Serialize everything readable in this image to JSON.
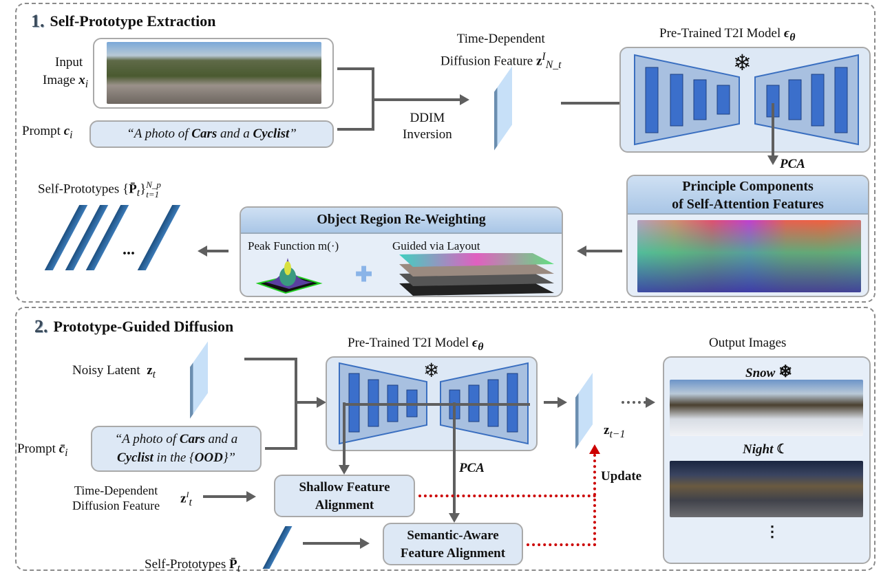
{
  "section1": {
    "number": "1.",
    "title": "Self-Prototype Extraction",
    "input_label": "Input",
    "input_label2": "Image",
    "input_var": "x",
    "input_sub": "i",
    "prompt_label": "Prompt",
    "prompt_var": "c",
    "prompt_sub": "i",
    "prompt_q1": "“A photo of ",
    "prompt_b1": "Cars",
    "prompt_q2": " and a ",
    "prompt_b2": "Cyclist",
    "prompt_q3": "”",
    "ddim1": "DDIM",
    "ddim2": "Inversion",
    "feature_title1": "Time-Dependent",
    "feature_title2": "Diffusion Feature",
    "feature_var": "z",
    "feature_sup": "I",
    "feature_sub": "N_t",
    "model_title": "Pre-Trained T2I Model",
    "model_var": "ϵ",
    "model_sub": "θ",
    "pca": "PCA",
    "pc_title1": "Principle Components",
    "pc_title2": "of Self-Attention Features",
    "orr_title": "Object Region Re-Weighting",
    "peak_label": "Peak Function m(·)",
    "layout_label": "Guided via Layout",
    "protos_label": "Self-Prototypes {",
    "protos_var": "P̄",
    "protos_sub": "t",
    "protos_close": "}",
    "protos_sup": "N_p",
    "protos_lim": "t=1",
    "ellipsis": "..."
  },
  "section2": {
    "number": "2.",
    "title": "Prototype-Guided Diffusion",
    "noisy_label": "Noisy Latent",
    "noisy_var": "z",
    "noisy_sub": "t",
    "prompt_label": "Prompt",
    "prompt_var": "c̄",
    "prompt_sub": "i",
    "prompt_q1": "“A photo of ",
    "prompt_b1": "Cars",
    "prompt_q2": " and a",
    "prompt_b2": "Cyclist",
    "prompt_q3": " in the {",
    "prompt_b3": "OOD",
    "prompt_q4": "}”",
    "model_title": "Pre-Trained T2I Model",
    "model_var": "ϵ",
    "model_sub": "θ",
    "pca": "PCA",
    "tdf1": "Time-Dependent",
    "tdf2": "Diffusion Feature",
    "tdf_var": "z",
    "tdf_sup": "I",
    "tdf_sub": "t",
    "shallow1": "Shallow Feature",
    "shallow2": "Alignment",
    "protos_label": "Self-Prototypes",
    "protos_var": "P̄",
    "protos_sub": "t",
    "semantic1": "Semantic-Aware",
    "semantic2": "Feature Alignment",
    "update": "Update",
    "zt1_var": "z",
    "zt1_sub": "t−1",
    "output_title": "Output Images",
    "snow": "Snow",
    "night": "Night",
    "more": "⋮"
  },
  "icons": {
    "snowflake": "❄",
    "snow_icon": "❄",
    "night_icon": "☾"
  }
}
